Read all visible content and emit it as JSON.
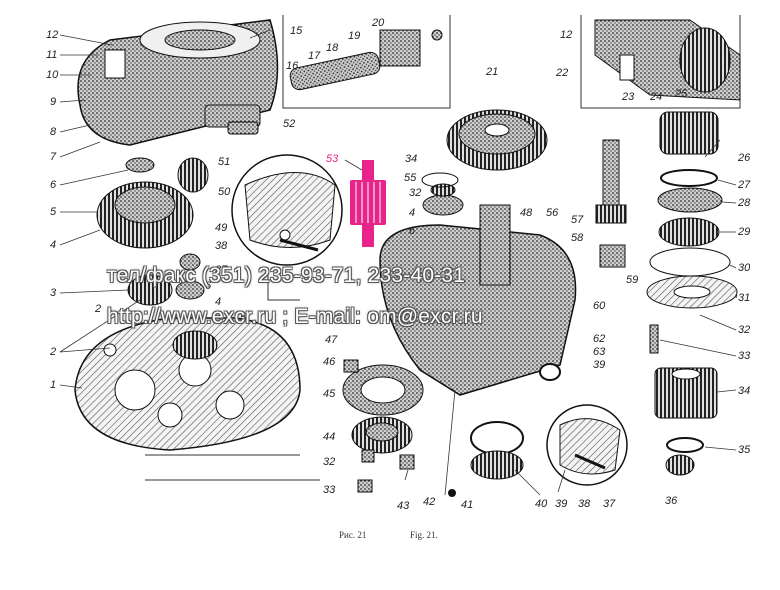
{
  "colors": {
    "ink": "#1a1a1a",
    "highlight": "#e8248a",
    "watermark_fill": "#ffffff"
  },
  "watermark": {
    "phone_line": "тел/факс (351) 235-93-71, 233-40-31",
    "web_line": "http://www.excr.ru ; E-mail: om@excr.ru"
  },
  "caption": {
    "ru": "Рис. 21",
    "en": "Fig. 21."
  },
  "highlighted_part": "53",
  "labels": {
    "p1": "1",
    "p2a": "2",
    "p2b": "2",
    "p3": "3",
    "p4a": "4",
    "p4b": "4",
    "p5a": "5",
    "p5b": "5",
    "p6a": "6",
    "p6b": "6",
    "p7": "7",
    "p8": "8",
    "p9": "9",
    "p10": "10",
    "p11": "11",
    "p12a": "12",
    "p12b": "12",
    "p15": "15",
    "p16": "16",
    "p17": "17",
    "p18": "18",
    "p19": "19",
    "p20": "20",
    "p21": "21",
    "p22": "22",
    "p23": "23",
    "p24": "24",
    "p25": "25",
    "p26": "26",
    "p27": "27",
    "p28": "28",
    "p29": "29",
    "p30": "30",
    "p31": "31",
    "p32a": "32",
    "p32b": "32",
    "p33a": "33",
    "p33b": "33",
    "p34a": "34",
    "p34b": "34",
    "p35": "35",
    "p36": "36",
    "p37a": "37",
    "p37b": "37",
    "p38a": "38",
    "p38b": "38",
    "p39a": "39",
    "p39b": "39",
    "p40": "40",
    "p41": "41",
    "p42": "42",
    "p43": "43",
    "p44": "44",
    "p45": "45",
    "p46": "46",
    "p47": "47",
    "p48": "48",
    "p49": "49",
    "p50": "50",
    "p51": "51",
    "p52": "52",
    "p53": "53",
    "p55": "55",
    "p56": "56",
    "p57": "57",
    "p58": "58",
    "p59": "59",
    "p60": "60",
    "p62": "62",
    "p63": "63"
  }
}
